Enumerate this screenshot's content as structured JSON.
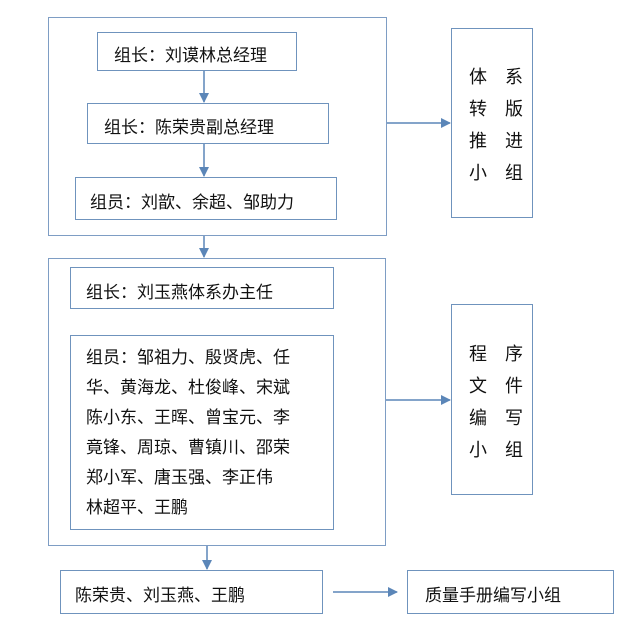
{
  "group1": {
    "leader1": "组长：刘谟林总经理",
    "leader2": "组长：陈荣贵副总经理",
    "members": "组员：刘歆、余超、邹助力"
  },
  "group1_side": [
    "体系",
    "转版",
    "推进",
    "小组"
  ],
  "group2": {
    "leader": "组长：刘玉燕体系办主任",
    "members_lines": [
      "组员：邹祖力、殷贤虎、任",
      "华、黄海龙、杜俊峰、宋斌",
      "陈小东、王晖、曾宝元、李",
      "竟锋、周琼、曹镇川、邵荣",
      "郑小军、唐玉强、李正伟",
      "林超平、王鹏"
    ]
  },
  "group2_side": [
    "程序",
    "文件",
    "编写",
    "小组"
  ],
  "group3": {
    "members": "陈荣贵、刘玉燕、王鹏",
    "side": "质量手册编写小组"
  },
  "colors": {
    "border": "#6f93bd",
    "arrow": "#5b86b8"
  }
}
